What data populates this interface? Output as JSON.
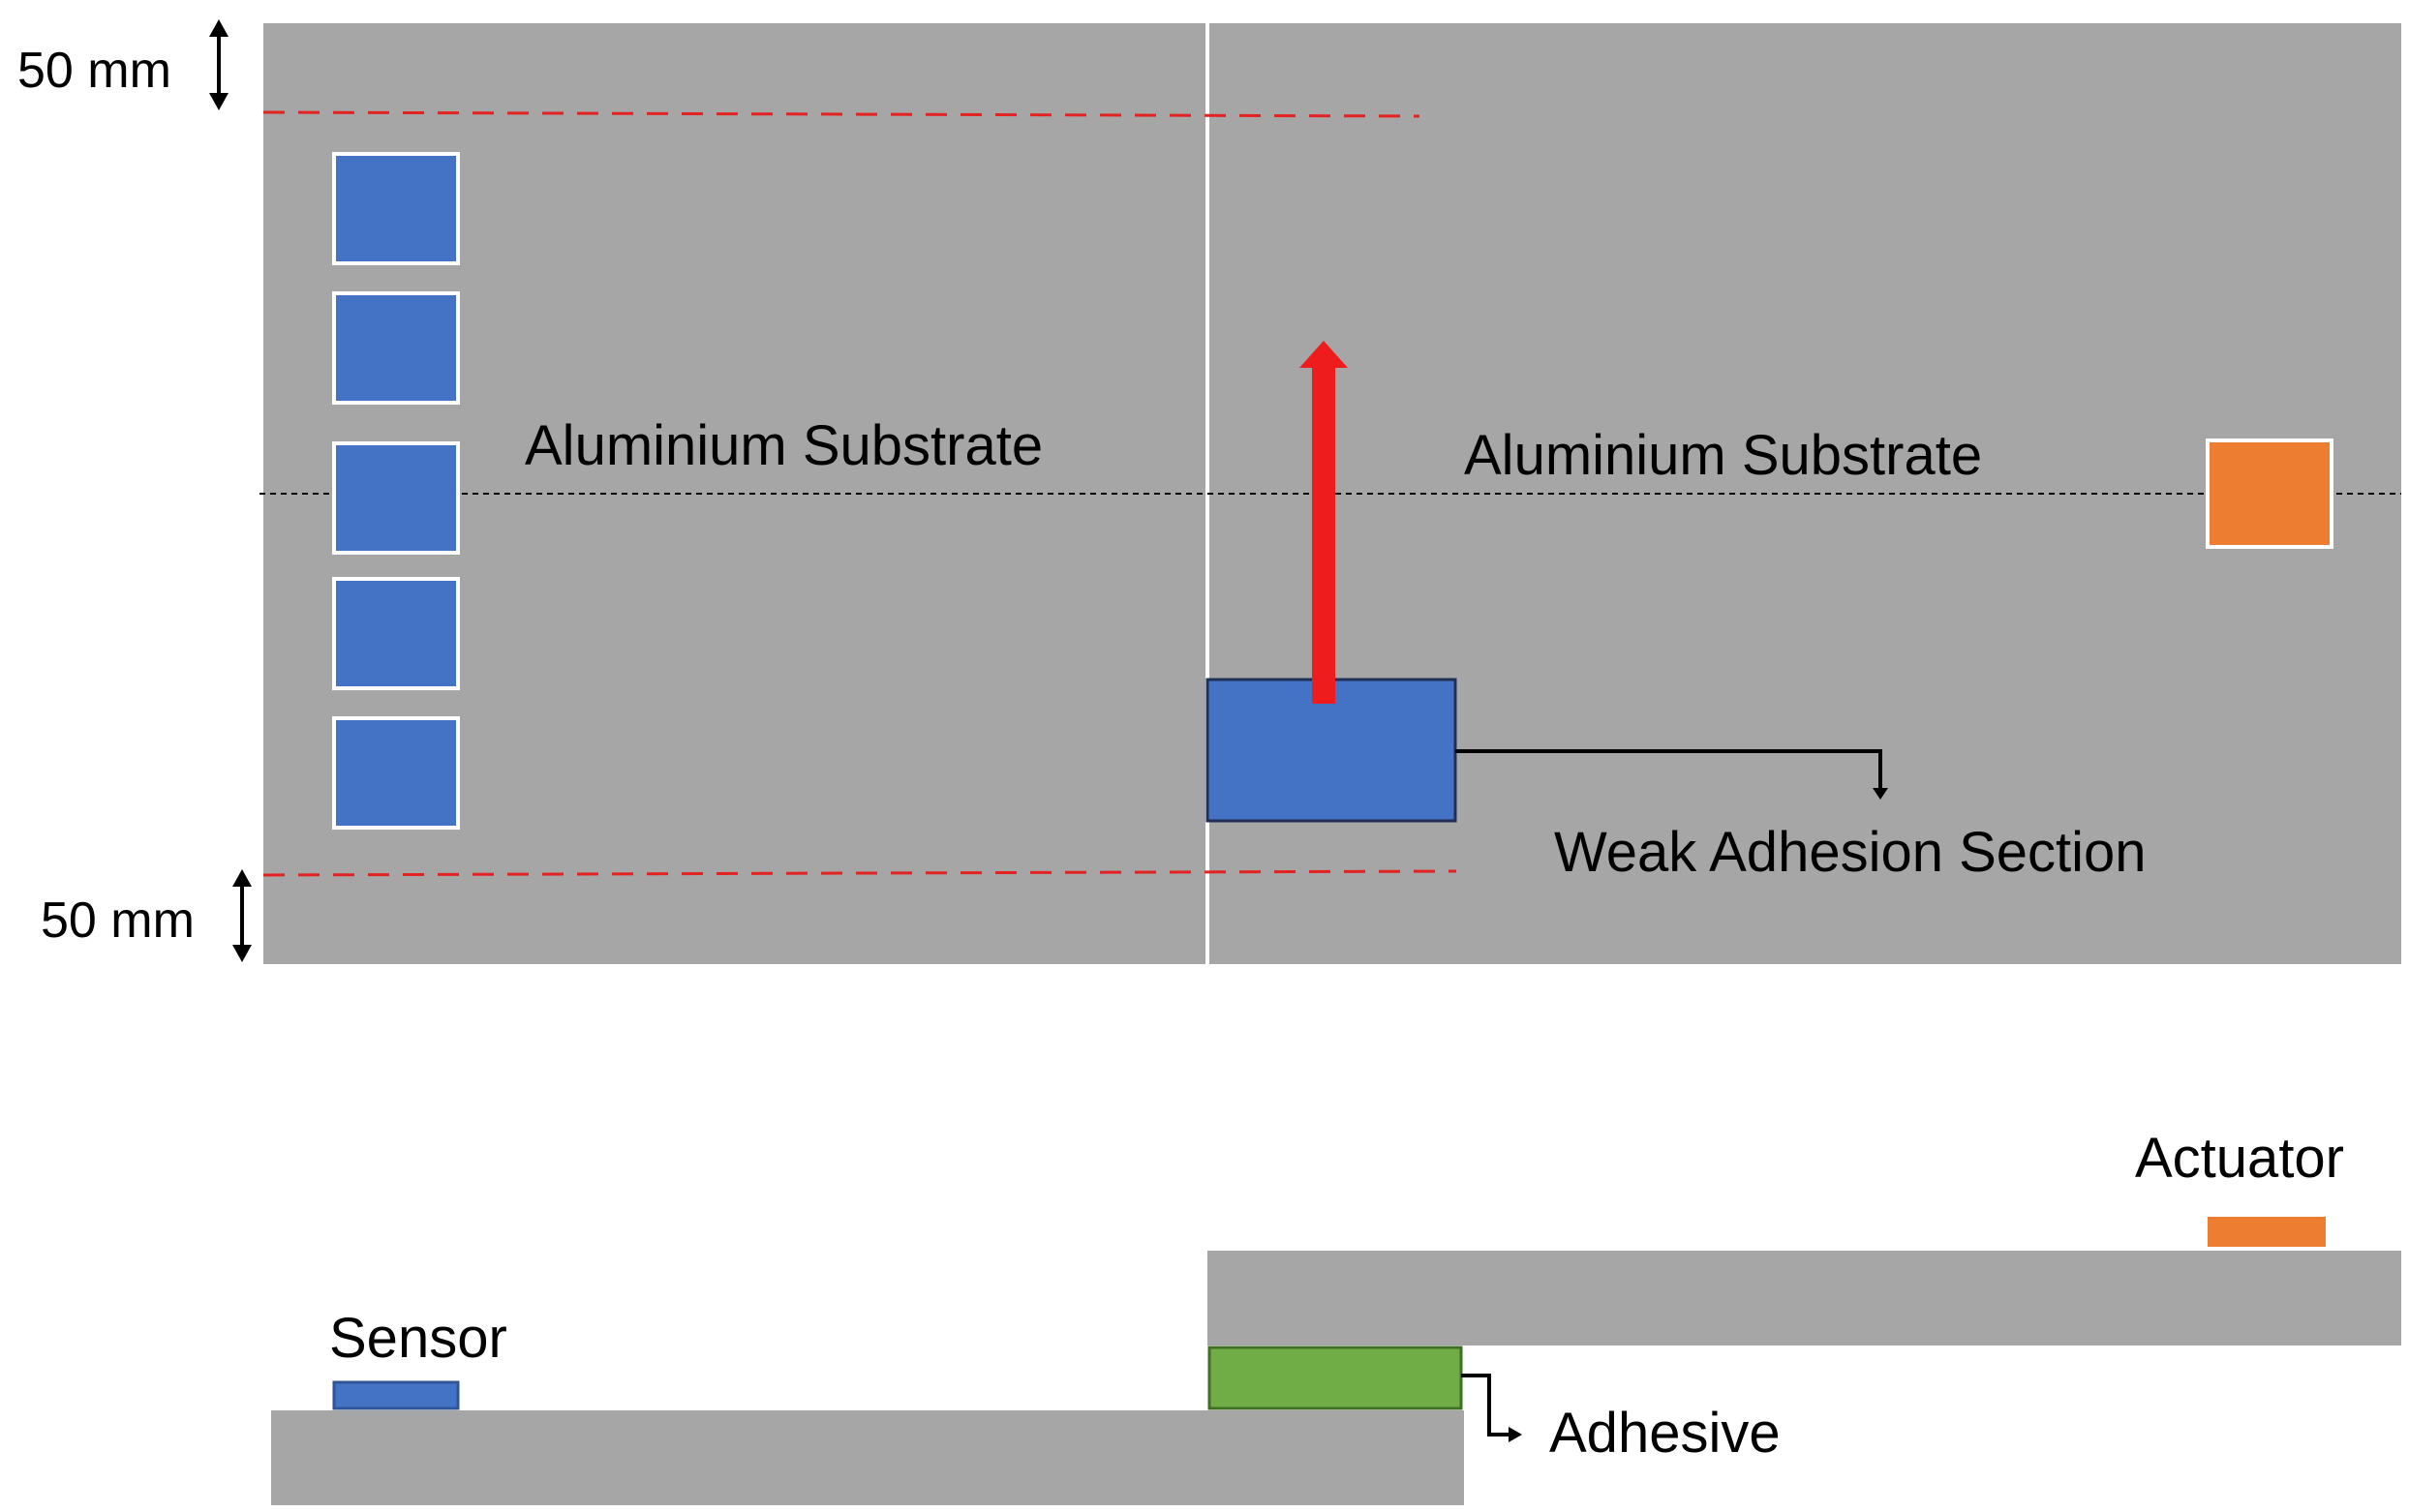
{
  "labels": {
    "top_dimension": "50 mm",
    "bottom_dimension": "50 mm",
    "left_substrate": "Aluminium Substrate",
    "right_substrate": "Aluminium Substrate",
    "weak_adhesion": "Weak Adhesion Section",
    "actuator": "Actuator",
    "sensor": "Sensor",
    "adhesive": "Adhesive"
  },
  "colors": {
    "substrate": "#a6a6a6",
    "sensor": "#4472c4",
    "actuator": "#ed7d31",
    "adhesive": "#70ad47",
    "load_arrow": "#ee1c1c",
    "dashed_boundary": "#e32222"
  }
}
